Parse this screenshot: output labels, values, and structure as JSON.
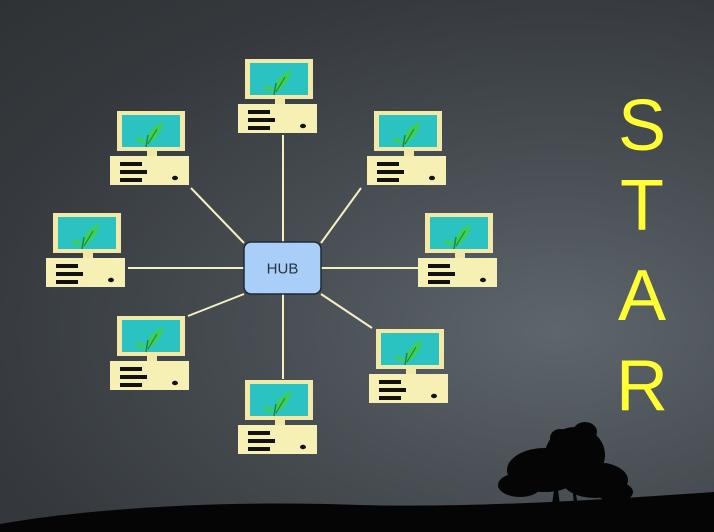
{
  "colors": {
    "link_line": "#f4f0c0",
    "hub_fill": "#a9cef7",
    "hub_stroke": "#1f2a36",
    "screen_frame": "#f2e8a8",
    "screen": "#2bc2c2",
    "leaf": "#3ecf5a",
    "tower": "#f7f0b5",
    "star_text": "#ffff33",
    "ground": "#050505"
  },
  "hub": {
    "label": "HUB"
  },
  "nodes": [
    {
      "id": "pc-top",
      "icon": "computer-icon"
    },
    {
      "id": "pc-top-right",
      "icon": "computer-icon"
    },
    {
      "id": "pc-right",
      "icon": "computer-icon"
    },
    {
      "id": "pc-bottom-right",
      "icon": "computer-icon"
    },
    {
      "id": "pc-bottom",
      "icon": "computer-icon"
    },
    {
      "id": "pc-bottom-left",
      "icon": "computer-icon"
    },
    {
      "id": "pc-left",
      "icon": "computer-icon"
    },
    {
      "id": "pc-top-left",
      "icon": "computer-icon"
    }
  ],
  "title_letters": [
    "S",
    "T",
    "A",
    "R"
  ],
  "decoration": {
    "tree_icon": "tree-silhouette-icon",
    "hill_icon": "hill-silhouette-icon"
  }
}
